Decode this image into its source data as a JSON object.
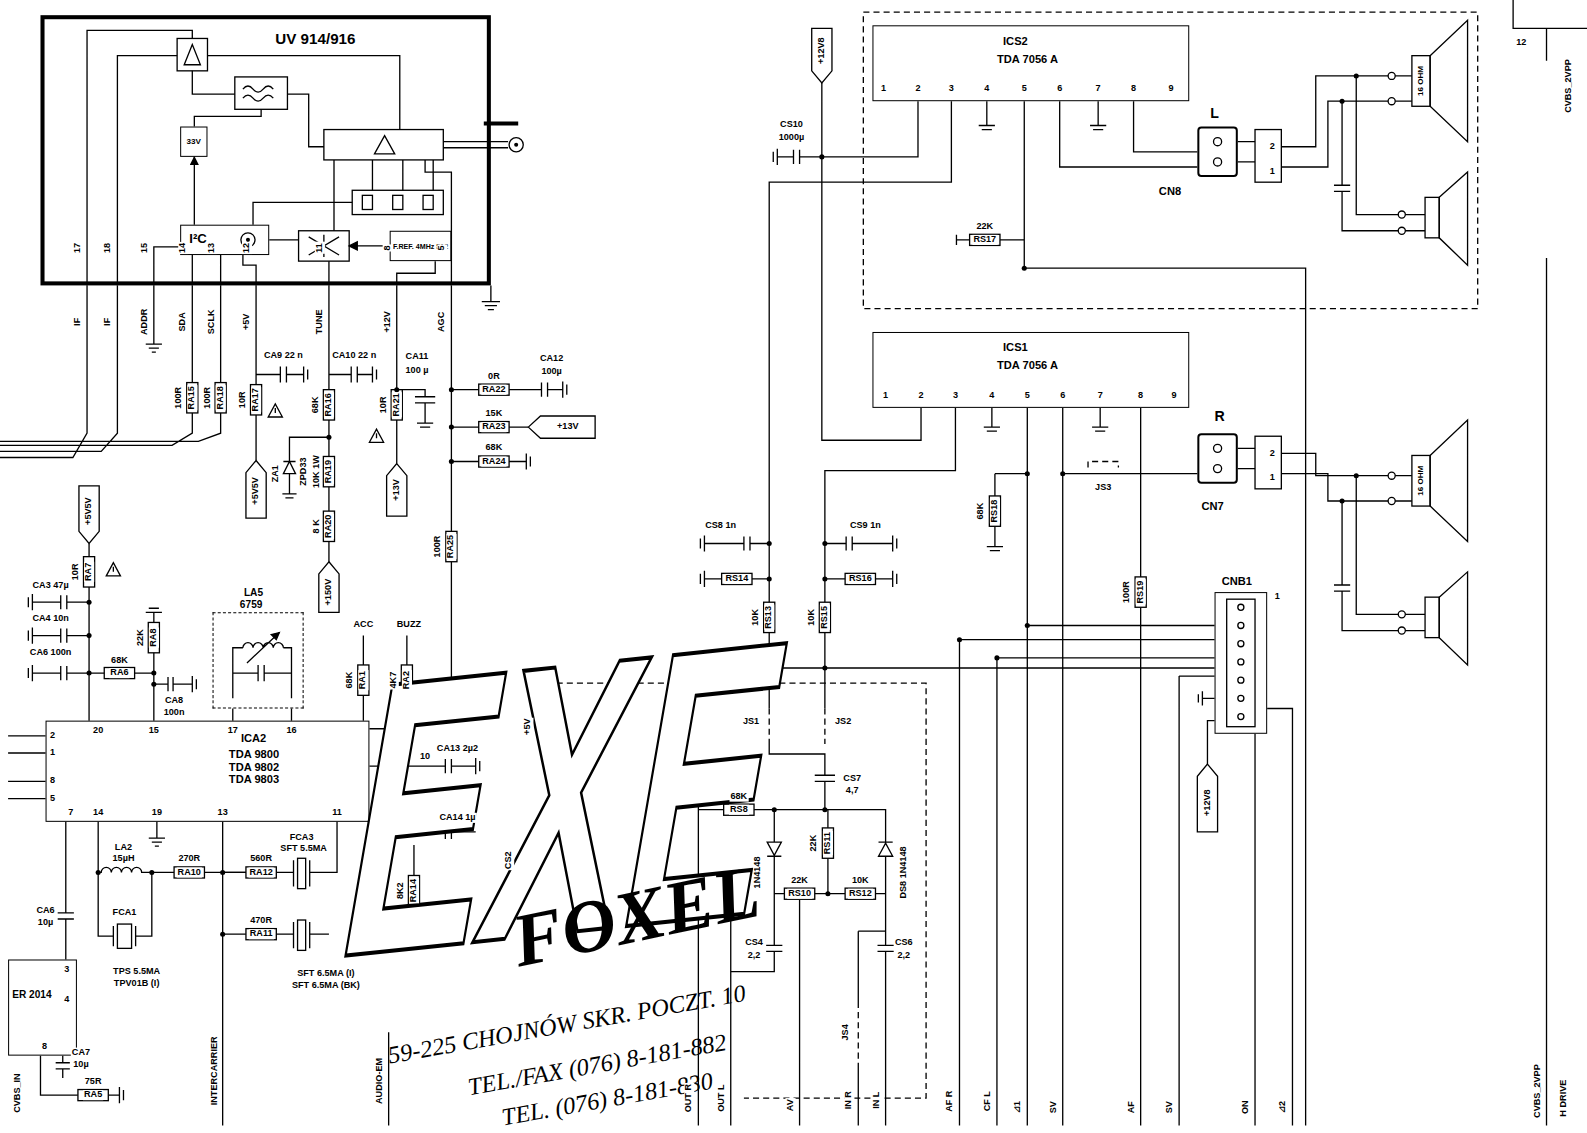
{
  "diagram": {
    "nodes": [
      {
        "text": [
          "UV 914/916"
        ]
      },
      {
        "text": [
          "33V"
        ],
        "in": 0
      },
      {
        "text": [
          "I²C"
        ],
        "in": 0
      },
      {
        "text": [
          "F.REF. 4MHz 512"
        ],
        "in": 0
      },
      {
        "text": [
          "ICS2",
          "TDA 7056 A"
        ]
      },
      {
        "text": [
          "CN8"
        ]
      },
      {
        "text": [
          "ICS1",
          "TDA 7056 A"
        ]
      },
      {
        "text": [
          "CN7"
        ]
      },
      {
        "text": [
          "LA5",
          "6759"
        ]
      },
      {
        "text": [
          "ICA2",
          "TDA 9800 TDA 9802 TDA 9803"
        ]
      },
      {
        "text": [
          "CNB1"
        ]
      },
      {
        "text": [
          "ER 2014"
        ]
      }
    ],
    "edges": [
      {
        "from": 2,
        "to": 1,
        "arrow": "to"
      },
      {
        "from": 4,
        "to": 5,
        "arrow": "none"
      },
      {
        "from": 6,
        "to": 7,
        "arrow": "none"
      },
      {
        "from": 6,
        "to": 10,
        "arrow": "none"
      }
    ],
    "labels": [
      "17",
      "18",
      "15",
      "14",
      "13",
      "12",
      "11",
      "8",
      "5",
      "IF",
      "IF",
      "ADDR",
      "SDA",
      "SCLK",
      "+5V",
      "TUNE",
      "+12V",
      "AGC",
      "100R",
      "RA15",
      "100R",
      "RA18",
      "10R",
      "RA17",
      "CA9 22 n",
      "CA10 22 n",
      "68K",
      "RA16",
      "ZA1",
      "ZPD33",
      "10K 1W",
      "RA19",
      "8 K",
      "RA20",
      "+150V",
      "10R",
      "RA21",
      "CA11",
      "100 µ",
      "+13V",
      "+5V5V",
      "0R",
      "RA22",
      "CA12",
      "100µ",
      "15K",
      "RA23",
      "+13V",
      "68K",
      "RA24",
      "100R",
      "RA25",
      "+5V5V",
      "10R",
      "RA7",
      "CA3 47µ",
      "CA4 10n",
      "CA6 100n",
      "22K",
      "RA8",
      "68K",
      "RA6",
      "CA8",
      "100n",
      "ACC",
      "BUZZ",
      "68K",
      "RA1",
      "4K7",
      "RA2",
      "20",
      "15",
      "17",
      "16",
      "2",
      "1",
      "8",
      "5",
      "7",
      "14",
      "19",
      "13",
      "11",
      "LA2",
      "15µH",
      "270R",
      "RA10",
      "560R",
      "RA12",
      "FCA3",
      "SFT 5.5MA",
      "470R",
      "RA11",
      "FCA1",
      "TPS 5.5MA",
      "TPV01B (I)",
      "SFT 6.5MA (I)",
      "SFT 6.5MA (BK)",
      "CA6",
      "10µ",
      "3",
      "4",
      "8",
      "CA7",
      "10µ",
      "75R",
      "RA5",
      "CVBS_IN",
      "INTERCARRIER",
      "AUDIO-EM",
      "CA13 2µ2",
      "10",
      "CA14 1µ",
      "8K2",
      "RA14",
      "+5V",
      "CS2",
      "+12V8",
      "CS10",
      "1000µ",
      "1",
      "2",
      "3",
      "4",
      "5",
      "6",
      "7",
      "8",
      "9",
      "L",
      "16 OHM",
      "22K",
      "RS17",
      "1",
      "2",
      "3",
      "4",
      "5",
      "6",
      "7",
      "8",
      "9",
      "R",
      "16 OHM",
      "68K",
      "RS18",
      "JS3",
      "CS8 1n",
      "RS14",
      "CS9 1n",
      "RS16",
      "10K",
      "RS13",
      "10K",
      "RS15",
      "100R",
      "RS19",
      "JS1",
      "JS2",
      "CS7",
      "4,7",
      "68K",
      "RS8",
      "1N4148",
      "22K",
      "RS11",
      "DS8 1N4148",
      "22K",
      "RS10",
      "10K",
      "RS12",
      "CS6",
      "2,2",
      "CS4",
      "2,2",
      "JS4",
      "+12V8",
      "1",
      "OUT R",
      "OUT L",
      "AV",
      "IN R",
      "IN L",
      "AF R",
      "CF L",
      "⊿1",
      "SV",
      "AF",
      "SV",
      "ON",
      "⊿2",
      "12",
      "CVBS_2VPP",
      "CVBS_2VPP",
      "H DRIVE",
      "2",
      "1",
      "2",
      "1",
      "EXE",
      "FOXEL",
      "59-225 CHOJNÓW SKR. POCZT. 10",
      "TEL./FAX (076) 8-181-882",
      "TEL. (076) 8-181-830"
    ]
  }
}
